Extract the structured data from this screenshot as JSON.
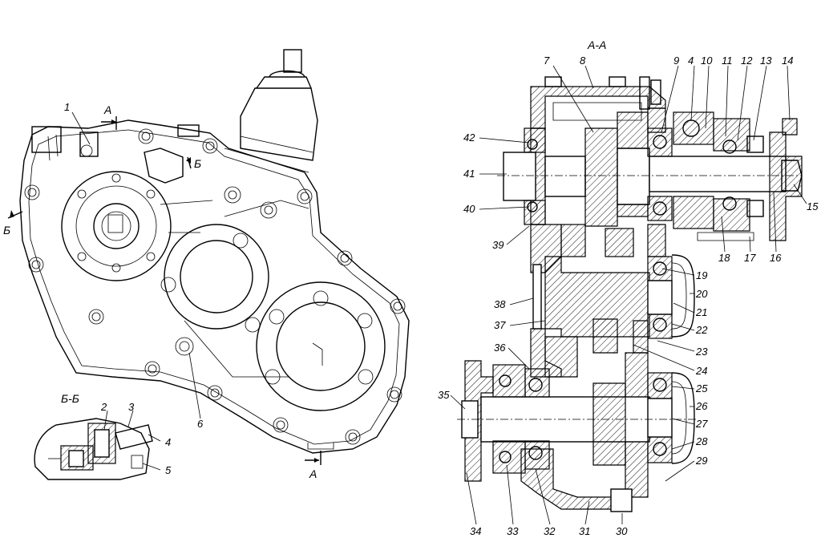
{
  "views": {
    "section_aa": "А-А",
    "section_bb": "Б-Б",
    "cut_a_top": "А",
    "cut_a_bottom": "А",
    "cut_b_left": "Б",
    "cut_b_right": "Б"
  },
  "callouts": [
    "1",
    "2",
    "3",
    "4",
    "5",
    "6",
    "7",
    "8",
    "9",
    "10",
    "11",
    "12",
    "13",
    "14",
    "15",
    "16",
    "17",
    "18",
    "19",
    "20",
    "21",
    "22",
    "23",
    "24",
    "25",
    "26",
    "27",
    "28",
    "29",
    "30",
    "31",
    "32",
    "33",
    "34",
    "35",
    "36",
    "37",
    "38",
    "39",
    "40",
    "41",
    "42",
    "4"
  ]
}
